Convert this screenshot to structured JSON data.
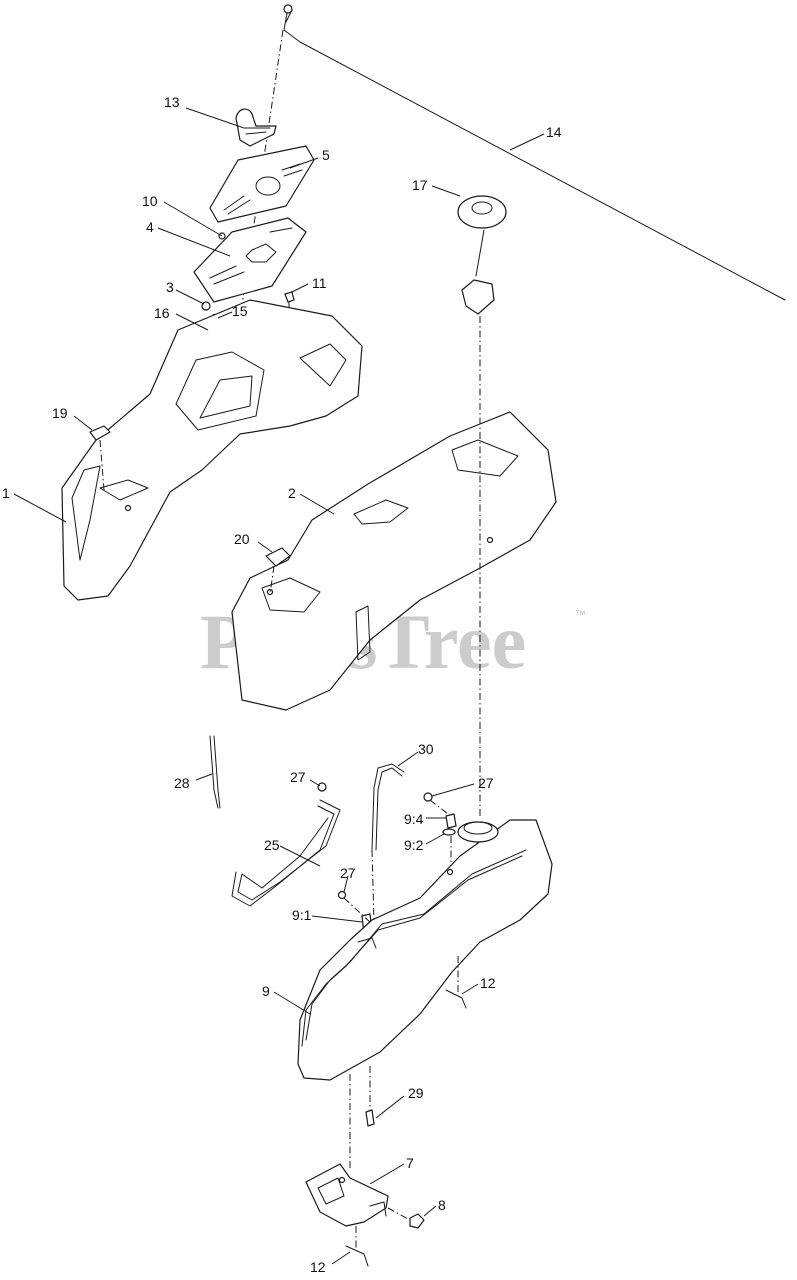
{
  "watermark": {
    "text": "PartsTree",
    "trademark": "™",
    "color": "#c4c4c4"
  },
  "callouts": [
    {
      "id": "c13",
      "label": "13"
    },
    {
      "id": "c14",
      "label": "14"
    },
    {
      "id": "c5",
      "label": "5"
    },
    {
      "id": "c17",
      "label": "17"
    },
    {
      "id": "c10",
      "label": "10"
    },
    {
      "id": "c4",
      "label": "4"
    },
    {
      "id": "c3",
      "label": "3"
    },
    {
      "id": "c11",
      "label": "11"
    },
    {
      "id": "c16",
      "label": "16"
    },
    {
      "id": "c15",
      "label": "15"
    },
    {
      "id": "c19",
      "label": "19"
    },
    {
      "id": "c1",
      "label": "1"
    },
    {
      "id": "c2",
      "label": "2"
    },
    {
      "id": "c20",
      "label": "20"
    },
    {
      "id": "c30",
      "label": "30"
    },
    {
      "id": "c28",
      "label": "28"
    },
    {
      "id": "c27a",
      "label": "27"
    },
    {
      "id": "c27b",
      "label": "27"
    },
    {
      "id": "c94",
      "label": "9:4"
    },
    {
      "id": "c92",
      "label": "9:2"
    },
    {
      "id": "c25",
      "label": "25"
    },
    {
      "id": "c27c",
      "label": "27"
    },
    {
      "id": "c91",
      "label": "9:1"
    },
    {
      "id": "c12a",
      "label": "12"
    },
    {
      "id": "c9",
      "label": "9"
    },
    {
      "id": "c29",
      "label": "29"
    },
    {
      "id": "c7",
      "label": "7"
    },
    {
      "id": "c8",
      "label": "8"
    },
    {
      "id": "c12b",
      "label": "12"
    }
  ]
}
